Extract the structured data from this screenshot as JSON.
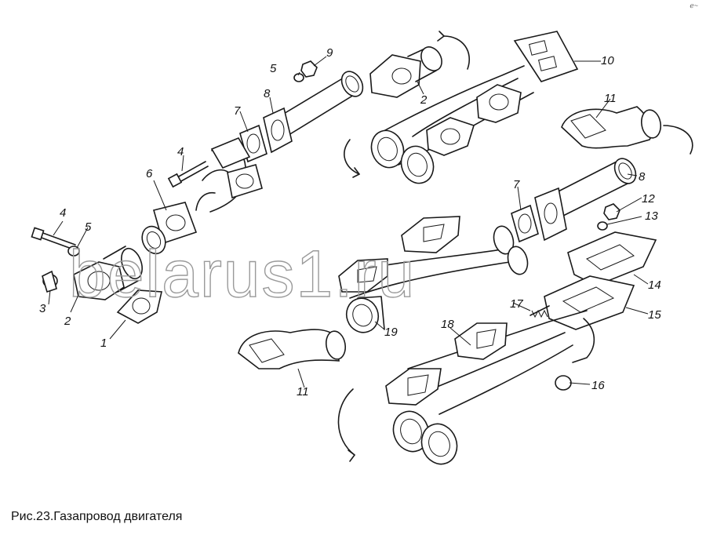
{
  "caption": "Рис.23.Газапровод двигателя",
  "watermark": "belarus1.ru",
  "corner_mark": "ℯ~",
  "part_labels": [
    "1",
    "2",
    "3",
    "4",
    "5",
    "6",
    "7",
    "8",
    "9",
    "2",
    "10",
    "11",
    "4",
    "5",
    "7",
    "8",
    "12",
    "13",
    "14",
    "15",
    "16",
    "17",
    "18",
    "11",
    "19"
  ]
}
